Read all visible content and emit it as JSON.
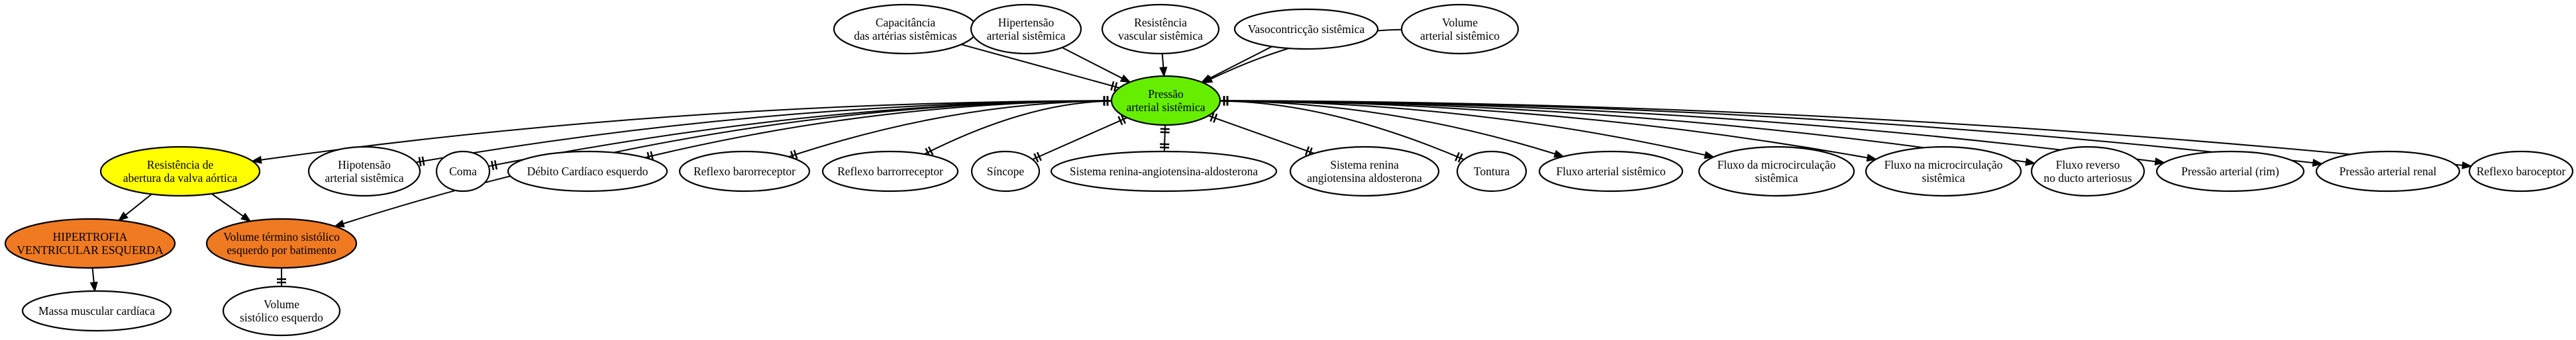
{
  "colors": {
    "default_fill": "#ffffff",
    "center": "#66ee00",
    "yellow": "#ffff00",
    "orange": "#f07a22",
    "stroke": "#000000"
  },
  "nodes": [
    {
      "id": "capacitancia",
      "lines": [
        "Capacitância",
        "das artérias sistêmicas"
      ],
      "color": "default_fill"
    },
    {
      "id": "hipertensao",
      "lines": [
        "Hipertensão",
        "arterial sistêmica"
      ],
      "color": "default_fill"
    },
    {
      "id": "resistencia-vascular",
      "lines": [
        "Resistência",
        "vascular sistêmica"
      ],
      "color": "default_fill"
    },
    {
      "id": "vasoconstricao",
      "lines": [
        "Vasocontricção sistêmica"
      ],
      "color": "default_fill"
    },
    {
      "id": "volume-arterial",
      "lines": [
        "Volume",
        "arterial sistêmico"
      ],
      "color": "default_fill"
    },
    {
      "id": "pressao-central",
      "lines": [
        "Pressão",
        "arterial sistêmica"
      ],
      "color": "center"
    },
    {
      "id": "resistencia-valva",
      "lines": [
        "Resistência de",
        "abertura da valva aórtica"
      ],
      "color": "yellow"
    },
    {
      "id": "hipotensao",
      "lines": [
        "Hipotensão",
        "arterial sistêmica"
      ],
      "color": "default_fill"
    },
    {
      "id": "coma",
      "lines": [
        "Coma"
      ],
      "color": "default_fill"
    },
    {
      "id": "debito",
      "lines": [
        "Débito Cardíaco esquerdo"
      ],
      "color": "default_fill"
    },
    {
      "id": "reflexo-baro-1",
      "lines": [
        "Reflexo barorreceptor"
      ],
      "color": "default_fill"
    },
    {
      "id": "reflexo-baro-2",
      "lines": [
        "Reflexo barrorreceptor"
      ],
      "color": "default_fill"
    },
    {
      "id": "sincope",
      "lines": [
        "Síncope"
      ],
      "color": "default_fill"
    },
    {
      "id": "sra-1",
      "lines": [
        "Sistema renina-angiotensina-aldosterona"
      ],
      "color": "default_fill"
    },
    {
      "id": "sra-2",
      "lines": [
        "Sistema renina",
        "angiotensina aldosterona"
      ],
      "color": "default_fill"
    },
    {
      "id": "tontura",
      "lines": [
        "Tontura"
      ],
      "color": "default_fill"
    },
    {
      "id": "fluxo-arterial",
      "lines": [
        "Fluxo arterial sistêmico"
      ],
      "color": "default_fill"
    },
    {
      "id": "fluxo-micro-1",
      "lines": [
        "Fluxo da microcirculação",
        "sistêmica"
      ],
      "color": "default_fill"
    },
    {
      "id": "fluxo-micro-2",
      "lines": [
        "Fluxo na microcirculação",
        "sistêmica"
      ],
      "color": "default_fill"
    },
    {
      "id": "fluxo-reverso",
      "lines": [
        "Fluxo reverso",
        "no ducto arteriosus"
      ],
      "color": "default_fill"
    },
    {
      "id": "pressao-rim",
      "lines": [
        "Pressão arterial (rim)"
      ],
      "color": "default_fill"
    },
    {
      "id": "pressao-renal",
      "lines": [
        "Pressão arterial renal"
      ],
      "color": "default_fill"
    },
    {
      "id": "reflexo-baroceptor",
      "lines": [
        "Reflexo baroceptor"
      ],
      "color": "default_fill"
    },
    {
      "id": "hipertrofia",
      "lines": [
        "HIPERTROFIA",
        "VENTRICULAR ESQUERDA"
      ],
      "color": "orange"
    },
    {
      "id": "volume-termino",
      "lines": [
        "Volume término sistólico",
        "esquerdo por batimento"
      ],
      "color": "orange"
    },
    {
      "id": "massa-muscular",
      "lines": [
        "Massa muscular cardíaca"
      ],
      "color": "default_fill"
    },
    {
      "id": "volume-sistolico",
      "lines": [
        "Volume",
        "sistólico esquerdo"
      ],
      "color": "default_fill"
    }
  ],
  "edges": [
    {
      "from": "capacitancia",
      "to": "pressao-central",
      "head": "tee",
      "tail": "none"
    },
    {
      "from": "hipertensao",
      "to": "pressao-central",
      "head": "arrow",
      "tail": "none"
    },
    {
      "from": "resistencia-vascular",
      "to": "pressao-central",
      "head": "arrow",
      "tail": "none"
    },
    {
      "from": "vasoconstricao",
      "to": "pressao-central",
      "head": "arrow",
      "tail": "none"
    },
    {
      "from": "volume-arterial",
      "to": "pressao-central",
      "head": "arrow",
      "tail": "none"
    },
    {
      "from": "pressao-central",
      "to": "resistencia-valva",
      "head": "arrow",
      "tail": "tee"
    },
    {
      "from": "pressao-central",
      "to": "volume-termino",
      "head": "arrow",
      "tail": "tee"
    },
    {
      "from": "pressao-central",
      "to": "hipotensao",
      "head": "tee",
      "tail": "tee"
    },
    {
      "from": "pressao-central",
      "to": "coma",
      "head": "tee",
      "tail": "tee"
    },
    {
      "from": "pressao-central",
      "to": "debito",
      "head": "tee",
      "tail": "tee"
    },
    {
      "from": "pressao-central",
      "to": "reflexo-baro-1",
      "head": "tee",
      "tail": "tee"
    },
    {
      "from": "pressao-central",
      "to": "reflexo-baro-2",
      "head": "tee",
      "tail": "tee"
    },
    {
      "from": "pressao-central",
      "to": "sincope",
      "head": "tee",
      "tail": "tee"
    },
    {
      "from": "pressao-central",
      "to": "sra-1",
      "head": "tee",
      "tail": "tee"
    },
    {
      "from": "pressao-central",
      "to": "sra-2",
      "head": "tee",
      "tail": "tee"
    },
    {
      "from": "pressao-central",
      "to": "tontura",
      "head": "tee",
      "tail": "tee"
    },
    {
      "from": "pressao-central",
      "to": "fluxo-arterial",
      "head": "arrow",
      "tail": "tee"
    },
    {
      "from": "pressao-central",
      "to": "fluxo-micro-1",
      "head": "arrow",
      "tail": "tee"
    },
    {
      "from": "pressao-central",
      "to": "fluxo-micro-2",
      "head": "arrow",
      "tail": "tee"
    },
    {
      "from": "pressao-central",
      "to": "fluxo-reverso",
      "head": "arrow",
      "tail": "tee"
    },
    {
      "from": "pressao-central",
      "to": "pressao-rim",
      "head": "arrow",
      "tail": "tee"
    },
    {
      "from": "pressao-central",
      "to": "pressao-renal",
      "head": "arrow",
      "tail": "tee"
    },
    {
      "from": "pressao-central",
      "to": "reflexo-baroceptor",
      "head": "arrow",
      "tail": "tee"
    },
    {
      "from": "resistencia-valva",
      "to": "hipertrofia",
      "head": "arrow",
      "tail": "none"
    },
    {
      "from": "resistencia-valva",
      "to": "volume-termino",
      "head": "arrow",
      "tail": "none"
    },
    {
      "from": "hipertrofia",
      "to": "massa-muscular",
      "head": "arrow",
      "tail": "none"
    },
    {
      "from": "volume-termino",
      "to": "volume-sistolico",
      "head": "tee",
      "tail": "none"
    }
  ]
}
